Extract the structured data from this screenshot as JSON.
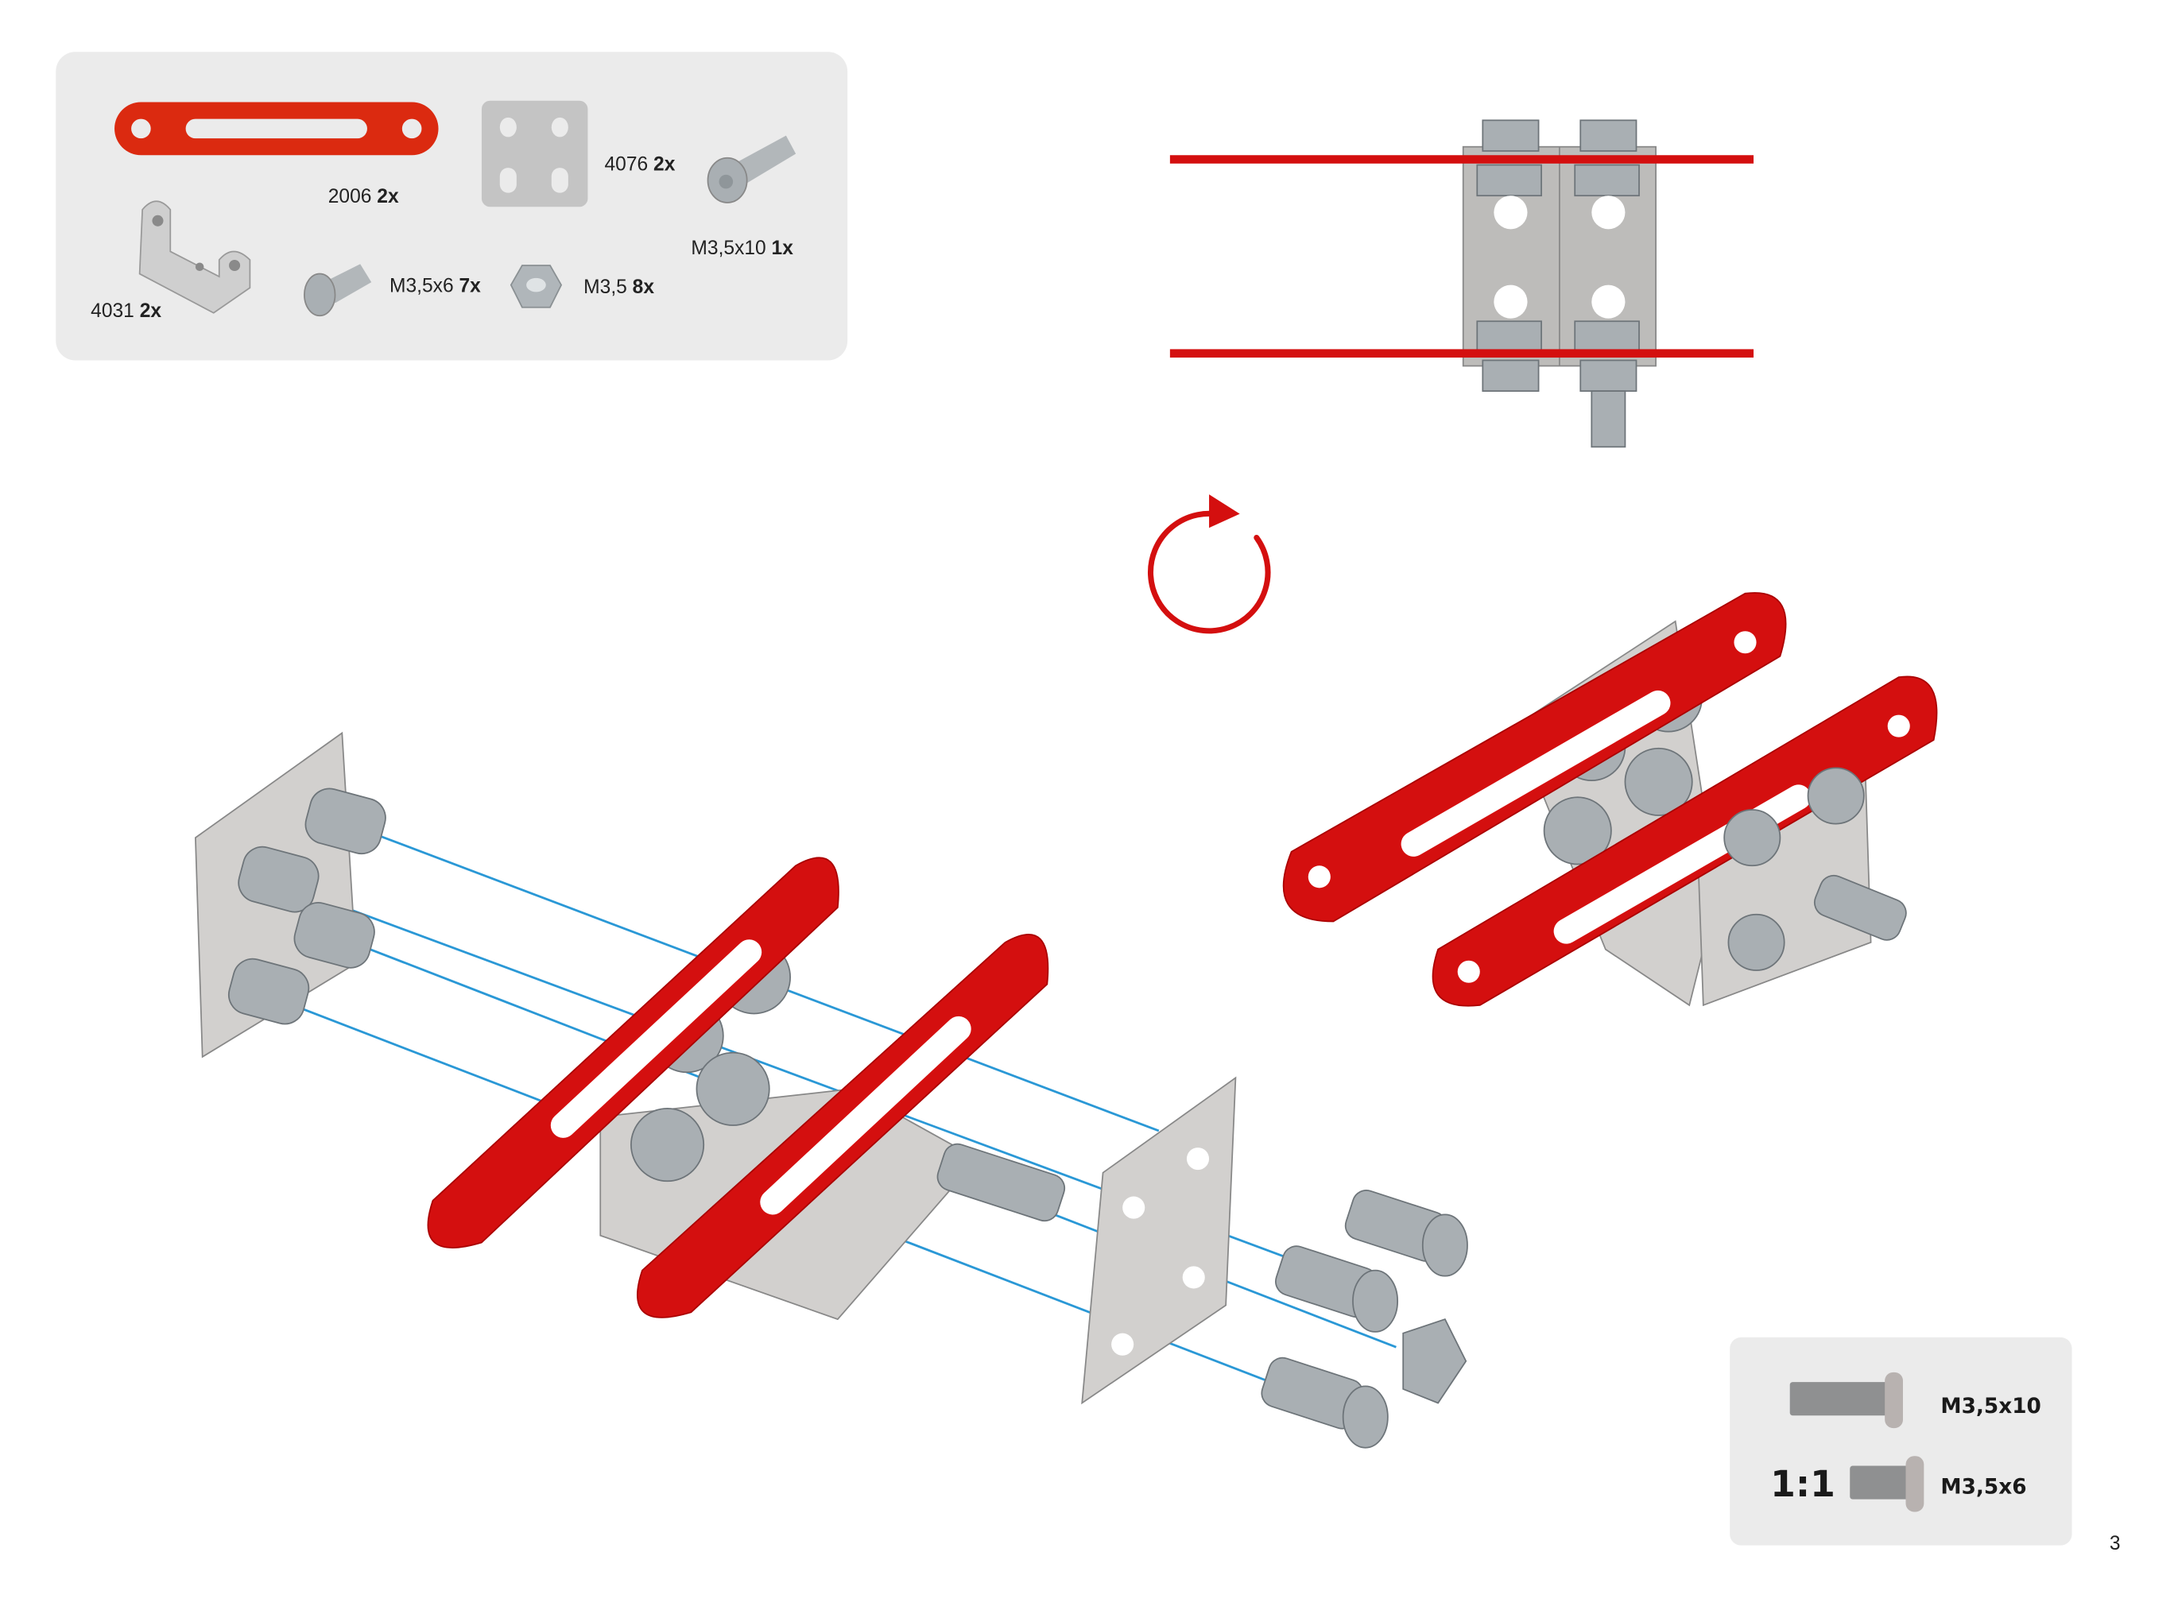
{
  "parts_list": {
    "items": [
      {
        "code": "2006",
        "qty": "2x",
        "icon": "red-strip-icon"
      },
      {
        "code": "4076",
        "qty": "2x",
        "icon": "square-plate-icon"
      },
      {
        "code": "M3,5x10",
        "qty": "1x",
        "icon": "long-screw-icon"
      },
      {
        "code": "4031",
        "qty": "2x",
        "icon": "angle-bracket-icon"
      },
      {
        "code": "M3,5x6",
        "qty": "7x",
        "icon": "short-screw-icon"
      },
      {
        "code": "M3,5",
        "qty": "8x",
        "icon": "hex-nut-icon"
      }
    ]
  },
  "scale_box": {
    "ratio": "1:1",
    "screws": [
      {
        "label": "M3,5x10"
      },
      {
        "label": "M3,5x6"
      }
    ]
  },
  "page_number": "3",
  "colors": {
    "red": "#d40f0f",
    "panel": "#ebebeb",
    "metal": "#d2d0ce",
    "guide": "#2a98d6"
  }
}
